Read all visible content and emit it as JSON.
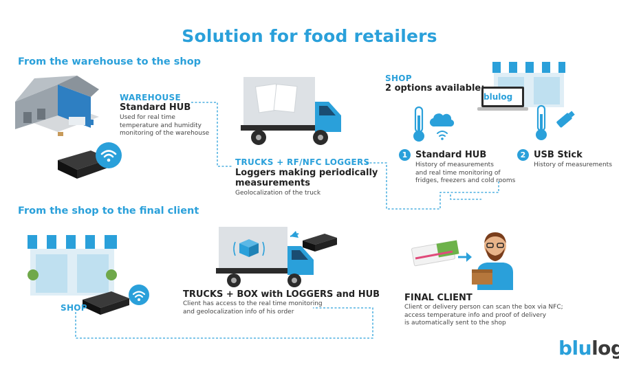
{
  "title": "Solution for food retailers",
  "sections": {
    "top": "From the warehouse to the shop",
    "bottom": "From the shop to the final client"
  },
  "warehouse": {
    "heading": "WAREHOUSE",
    "subheading": "Standard HUB",
    "desc": [
      "Used for real time",
      "temperature and humidity",
      "monitoring of the warehouse"
    ]
  },
  "trucks_top": {
    "heading": "TRUCKS + RF/NFC LOGGERS",
    "subheading": [
      "Loggers making periodically",
      "measurements"
    ],
    "desc": "Geolocalization of the truck"
  },
  "shop_top": {
    "heading": "SHOP",
    "subheading": "2 options available:",
    "laptop_brand": "blulog",
    "option1": {
      "number": "1",
      "title": "Standard HUB",
      "desc": [
        "History of measurements",
        "and real time monitoring of",
        "fridges, freezers and cold rooms"
      ]
    },
    "option2": {
      "number": "2",
      "title": "USB Stick",
      "desc": [
        "History of measurements"
      ]
    }
  },
  "shop_bottom": {
    "label": "SHOP"
  },
  "trucks_bottom": {
    "heading": "TRUCKS + BOX with LOGGERS and HUB",
    "desc": [
      "Client has access to the real time monitoring",
      "and geolocalization info of his order"
    ]
  },
  "final_client": {
    "heading": "FINAL CLIENT",
    "desc": [
      "Client or delivery person can scan the box via NFC;",
      "access temperature info and proof of delivery",
      "is automatically sent to the shop"
    ]
  },
  "logo": {
    "part1": "blu",
    "part2": "log"
  },
  "colors": {
    "accent": "#2aa0da",
    "dark": "#2a2a2a",
    "truck_blue": "#2aa0da",
    "device": "#222222"
  }
}
